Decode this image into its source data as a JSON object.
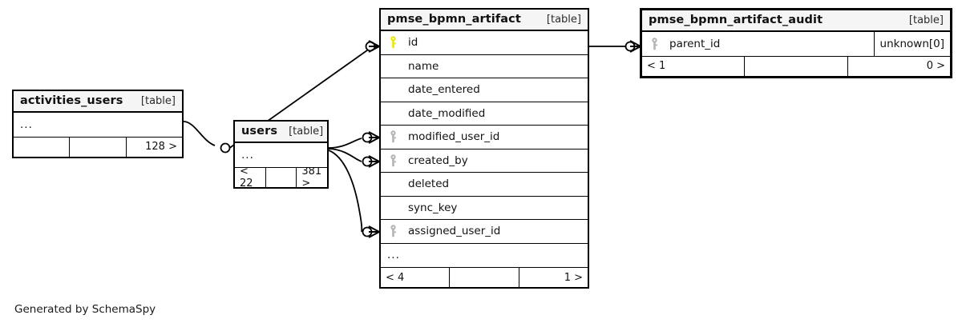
{
  "diagram": {
    "title": "SchemaSpy relationships diagram",
    "credit": "Generated by SchemaSpy",
    "table_tag": "[table]",
    "ellipsis": "...",
    "colors": {
      "primary_key": "#e8e800",
      "foreign_key": "#b4b4b4",
      "header_background": "#f5f5f5",
      "border": "#000000",
      "background": "#ffffff"
    }
  },
  "tables": [
    {
      "id": "activities_users",
      "name": "activities_users",
      "tag": "[table]",
      "rows": [
        {
          "key": "none",
          "name": "...",
          "type": ""
        }
      ],
      "footer": [
        {
          "text": "",
          "align": "left"
        },
        {
          "text": "",
          "align": "center"
        },
        {
          "text": "128 >",
          "align": "right"
        }
      ]
    },
    {
      "id": "users",
      "name": "users",
      "tag": "[table]",
      "rows": [
        {
          "key": "none",
          "name": "...",
          "type": ""
        }
      ],
      "footer": [
        {
          "text": "< 22",
          "align": "left"
        },
        {
          "text": "",
          "align": "center"
        },
        {
          "text": "381 >",
          "align": "right"
        }
      ]
    },
    {
      "id": "pmse_bpmn_artifact",
      "name": "pmse_bpmn_artifact",
      "tag": "[table]",
      "rows": [
        {
          "key": "primary",
          "name": "id",
          "type": ""
        },
        {
          "key": "none",
          "name": "name",
          "type": ""
        },
        {
          "key": "none",
          "name": "date_entered",
          "type": ""
        },
        {
          "key": "none",
          "name": "date_modified",
          "type": ""
        },
        {
          "key": "foreign",
          "name": "modified_user_id",
          "type": ""
        },
        {
          "key": "foreign",
          "name": "created_by",
          "type": ""
        },
        {
          "key": "none",
          "name": "deleted",
          "type": ""
        },
        {
          "key": "none",
          "name": "sync_key",
          "type": ""
        },
        {
          "key": "foreign",
          "name": "assigned_user_id",
          "type": ""
        },
        {
          "key": "none",
          "name": "...",
          "type": ""
        }
      ],
      "footer": [
        {
          "text": "< 4",
          "align": "left"
        },
        {
          "text": "",
          "align": "center"
        },
        {
          "text": "1 >",
          "align": "right"
        }
      ]
    },
    {
      "id": "pmse_bpmn_artifact_audit",
      "name": "pmse_bpmn_artifact_audit",
      "tag": "[table]",
      "rows": [
        {
          "key": "foreign",
          "name": "parent_id",
          "type": "unknown[0]"
        }
      ],
      "footer": [
        {
          "text": "< 1",
          "align": "left"
        },
        {
          "text": "",
          "align": "center"
        },
        {
          "text": "0 >",
          "align": "right"
        }
      ]
    }
  ],
  "relationships": [
    {
      "from": "activities_users",
      "to": "pmse_bpmn_artifact.id",
      "from_cardinality": "zero-one",
      "to_cardinality": "many"
    },
    {
      "from": "users",
      "to": "pmse_bpmn_artifact.modified_user_id",
      "from_cardinality": "zero-one",
      "to_cardinality": "many"
    },
    {
      "from": "users",
      "to": "pmse_bpmn_artifact.created_by",
      "from_cardinality": "zero-one",
      "to_cardinality": "many"
    },
    {
      "from": "users",
      "to": "pmse_bpmn_artifact.assigned_user_id",
      "from_cardinality": "zero-one",
      "to_cardinality": "many"
    },
    {
      "from": "pmse_bpmn_artifact.id",
      "to": "pmse_bpmn_artifact_audit.parent_id",
      "from_cardinality": "one",
      "to_cardinality": "many"
    }
  ]
}
